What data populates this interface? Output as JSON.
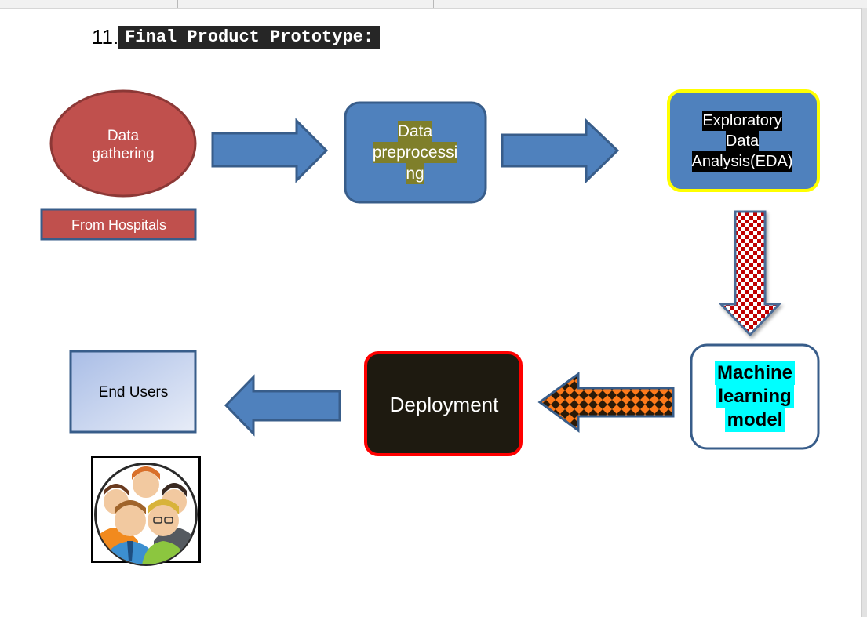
{
  "heading": {
    "number": "11.",
    "title": "Final Product Prototype:"
  },
  "nodes": {
    "data_gathering": [
      "Data",
      "gathering"
    ],
    "from_hospitals": "From Hospitals",
    "data_preprocessing": [
      "Data",
      "preprocessi",
      "ng"
    ],
    "eda": [
      "Exploratory",
      "Data",
      "Analysis(EDA)"
    ],
    "machine_learning": [
      "Machine",
      "learning",
      "model"
    ],
    "deployment": "Deployment",
    "end_users": "End Users"
  },
  "icons": {
    "users_icon": "group-of-people-icon"
  },
  "colors": {
    "gather_fill": "#c0504d",
    "shape_fill": "#4f81bd",
    "shape_stroke": "#385d8a",
    "eda_border": "#ffff00",
    "deploy_fill": "#1e1a10",
    "deploy_border": "#ff0000",
    "ml_highlight": "#00ffff",
    "prep_highlight": "#7f7f2a"
  }
}
